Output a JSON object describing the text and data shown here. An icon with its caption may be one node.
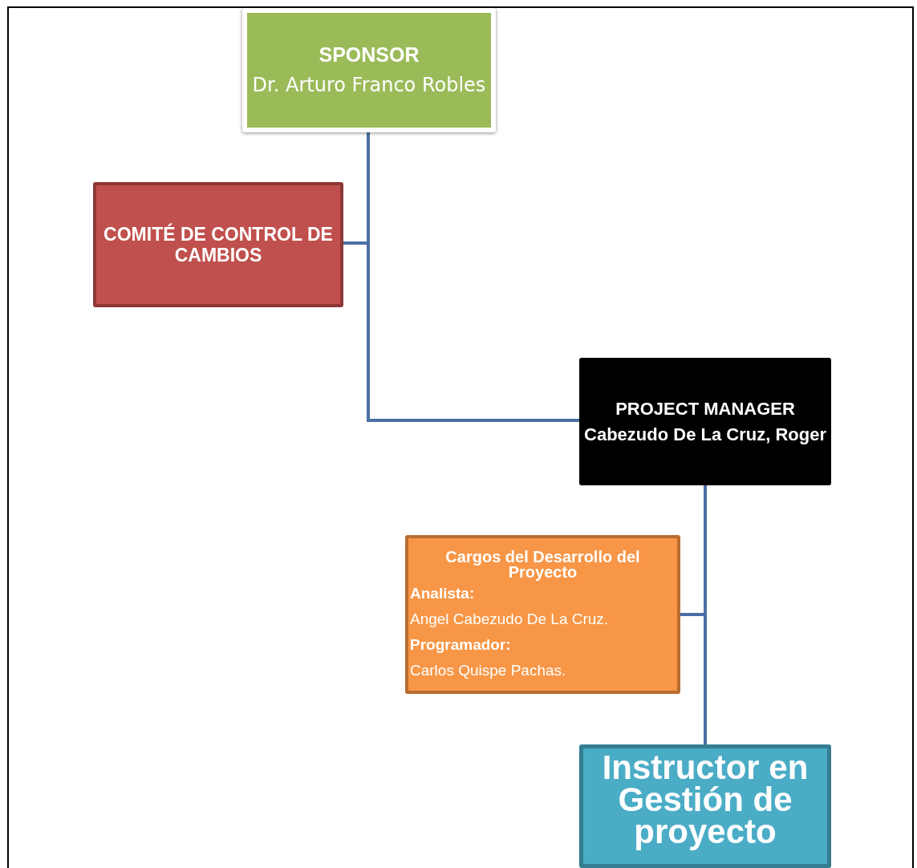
{
  "diagram": {
    "nodes": [
      {
        "text": [
          "SPONSOR",
          "Dr. Arturo Franco Robles"
        ]
      },
      {
        "text": [
          "COMITÉ DE CONTROL DE CAMBIOS"
        ]
      },
      {
        "text": [
          "PROJECT MANAGER",
          "Cabezudo De La Cruz, Roger"
        ]
      },
      {
        "text": [
          "Cargos del Desarrollo del Proyecto",
          "Analista:",
          "Angel Cabezudo De La Cruz.",
          "Programador:",
          "Carlos Quispe Pachas."
        ]
      },
      {
        "text": [
          "Instructor en Gestión de proyecto"
        ]
      }
    ],
    "edges": [
      {
        "from": 0,
        "to": 1,
        "arrow": "none"
      },
      {
        "from": 0,
        "to": 2,
        "arrow": "none"
      },
      {
        "from": 2,
        "to": 3,
        "arrow": "none"
      },
      {
        "from": 2,
        "to": 4,
        "arrow": "none"
      }
    ]
  }
}
